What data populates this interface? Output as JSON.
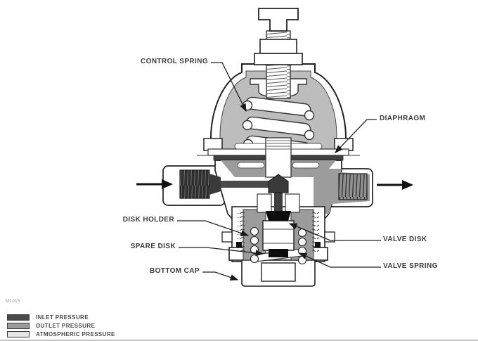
{
  "figure_code": "M1015",
  "diagram": {
    "labels": {
      "control_spring": "CONTROL SPRING",
      "diaphragm": "DIAPHRAGM",
      "disk_holder": "DISK HOLDER",
      "spare_disk": "SPARE DISK",
      "bottom_cap": "BOTTOM CAP",
      "valve_disk": "VALVE DISK",
      "valve_spring": "VALVE SPRING"
    }
  },
  "legend": {
    "items": [
      {
        "label": "INLET PRESSURE",
        "color": "#4a4a4a"
      },
      {
        "label": "OUTLET PRESSURE",
        "color": "#9c9c9c"
      },
      {
        "label": "ATMOSPHERIC PRESSURE",
        "color": "#e4e4e4"
      }
    ]
  }
}
